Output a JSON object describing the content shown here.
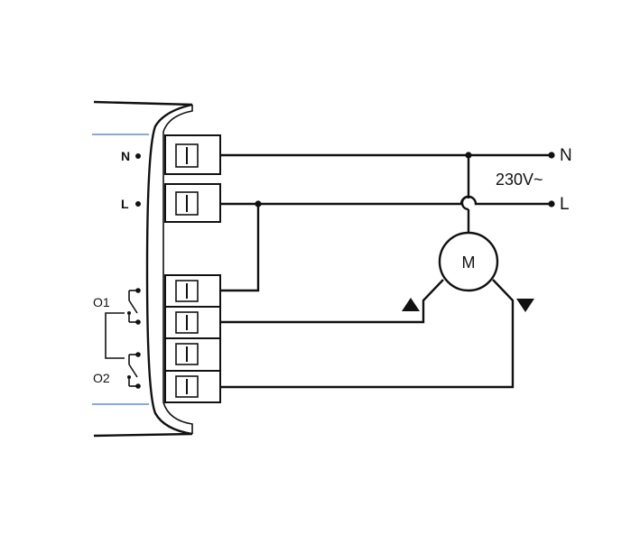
{
  "device": {
    "label_n": "N",
    "label_l": "L",
    "label_o1": "O1",
    "label_o2": "O2"
  },
  "supply": {
    "label_n": "N",
    "label_l": "L",
    "voltage": "230V~"
  },
  "motor": {
    "label": "M"
  },
  "colors": {
    "wire": "#111111",
    "housing_accent": "#5b8fd0",
    "background": "#ffffff"
  }
}
